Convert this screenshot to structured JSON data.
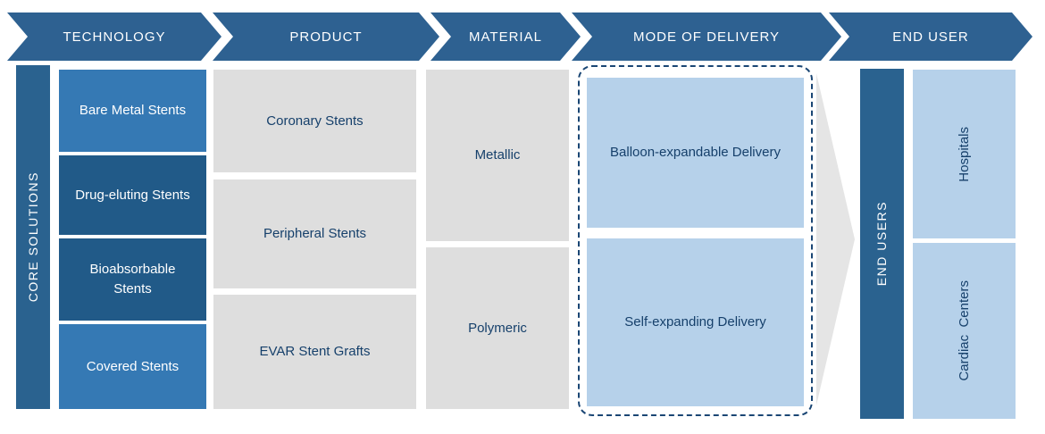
{
  "header": {
    "steps": [
      {
        "label": "TECHNOLOGY"
      },
      {
        "label": "PRODUCT"
      },
      {
        "label": "MATERIAL"
      },
      {
        "label": "MODE OF DELIVERY"
      },
      {
        "label": "END USER"
      }
    ]
  },
  "left_rail": {
    "label": "CORE SOLUTIONS"
  },
  "columns": {
    "technology": {
      "items": [
        {
          "label": "Bare Metal Stents",
          "tone": "medium"
        },
        {
          "label": "Drug-eluting Stents",
          "tone": "dark"
        },
        {
          "label": "Bioabsorbable\nStents",
          "tone": "dark"
        },
        {
          "label": "Covered Stents",
          "tone": "medium"
        }
      ]
    },
    "product": {
      "items": [
        {
          "label": "Coronary Stents"
        },
        {
          "label": "Peripheral Stents"
        },
        {
          "label": "EVAR Stent Grafts"
        }
      ]
    },
    "material": {
      "items": [
        {
          "label": "Metallic"
        },
        {
          "label": "Polymeric"
        }
      ]
    },
    "mode_of_delivery": {
      "items": [
        {
          "label": "Balloon-expandable Delivery"
        },
        {
          "label": "Self-expanding Delivery"
        }
      ]
    },
    "end_user": {
      "rail_label": "END USERS",
      "items": [
        {
          "label": "Hospitals"
        },
        {
          "label": "Cardiac  Centers"
        }
      ]
    }
  },
  "colors": {
    "header_blue": "#2e6191",
    "rail_blue": "#2a628f",
    "dark_box": "#215a88",
    "medium_box": "#3579b4",
    "light_box": "#b6d1ea",
    "gray_box": "#dedede",
    "arrow_gray": "#e5e5e5",
    "navy_text": "#16406b",
    "dash_border": "#1a4674"
  }
}
